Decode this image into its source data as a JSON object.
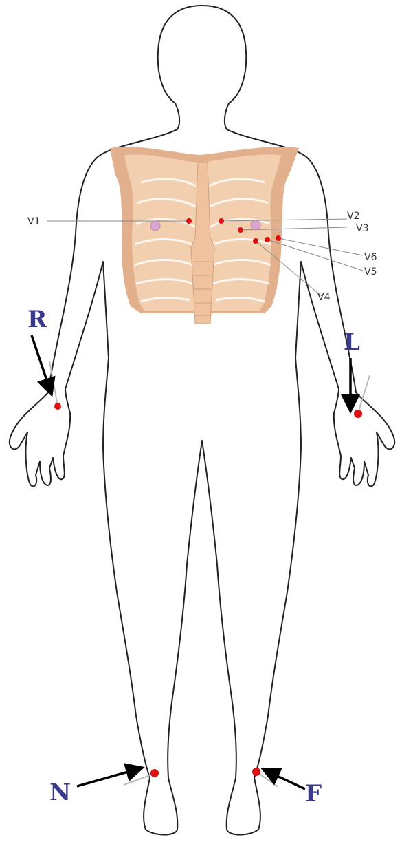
{
  "precordial_labels": {
    "v1": "V1",
    "v2": "V2",
    "v3": "V3",
    "v4": "V4",
    "v5": "V5",
    "v6": "V6"
  },
  "limb_labels": {
    "right_arm": "R",
    "left_arm": "L",
    "right_leg": "N",
    "left_leg": "F"
  },
  "colors": {
    "body_outline": "#222222",
    "ribcage_fill": "#f2cfae",
    "ribcage_shadow": "#e3b08d",
    "electrode": "#dd1111",
    "limb_label": "#3a3a8c",
    "arrow": "#000000",
    "leader_line": "#888888",
    "pad": "#d9a6cf"
  }
}
